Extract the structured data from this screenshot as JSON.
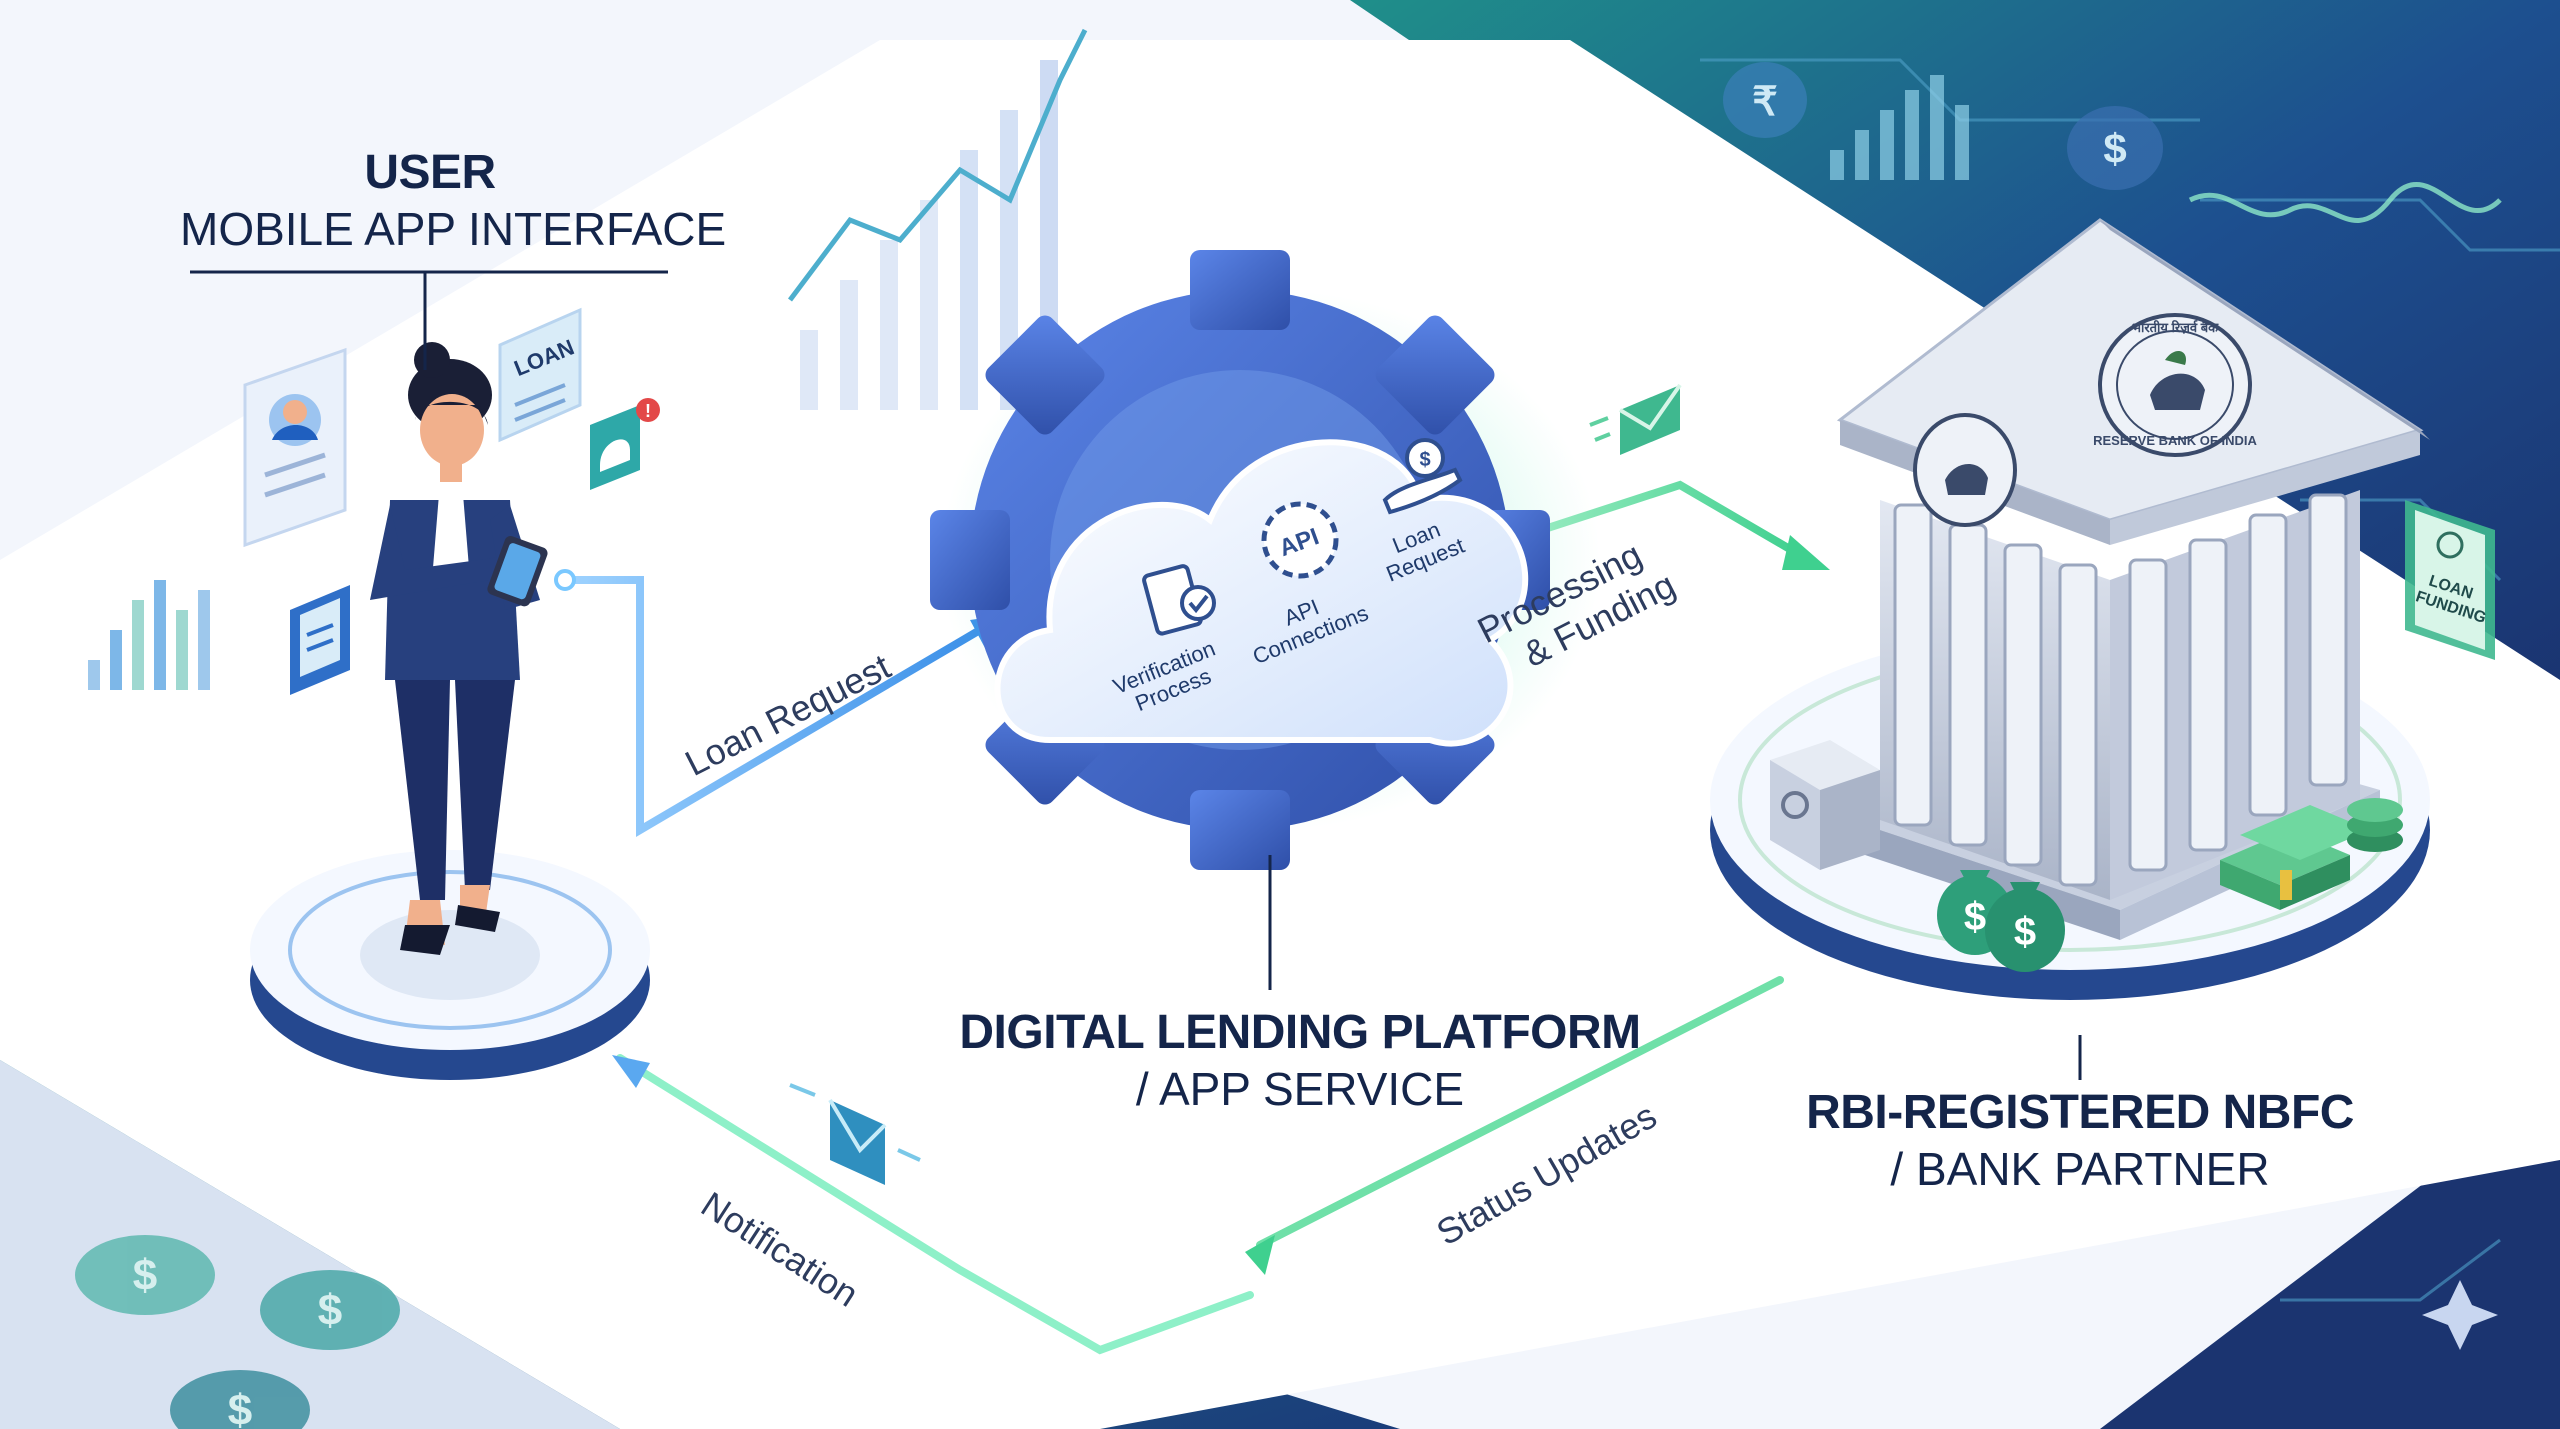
{
  "user": {
    "title": "USER",
    "subtitle": "MOBILE APP INTERFACE",
    "card_loan": "LOAN"
  },
  "platform": {
    "title": "DIGITAL LENDING PLATFORM",
    "subtitle": "/ APP SERVICE",
    "services": [
      {
        "label_1": "Verification",
        "label_2": "Process",
        "icon": "verification-icon"
      },
      {
        "label_1": "API",
        "label_2": "Connections",
        "icon": "api-gear-icon",
        "badge": "API"
      },
      {
        "label_1": "Loan",
        "label_2": "Request",
        "icon": "loan-hand-icon"
      }
    ]
  },
  "bank": {
    "title": "RBI-REGISTERED NBFC",
    "subtitle": "/ BANK PARTNER",
    "seal_text": "RESERVE BANK OF INDIA",
    "seal_hindi": "भारतीय रिज़र्व बैंक",
    "side_card_1": "LOAN",
    "side_card_2": "FUNDING"
  },
  "flows": {
    "loan_request": "Loan Request",
    "processing_1": "Processing",
    "processing_2": "& Funding",
    "status_updates": "Status Updates",
    "notification": "Notification"
  },
  "colors": {
    "navy": "#14254a",
    "blue": "#3d6fd6",
    "teal": "#2fb89a",
    "mint": "#7de3b6",
    "background": "#eef3fb"
  }
}
